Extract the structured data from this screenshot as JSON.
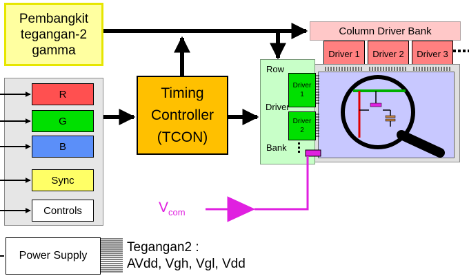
{
  "gamma_box": {
    "lines": [
      "Pembangkit",
      "tegangan-2",
      "gamma"
    ],
    "fill": "#ffffa0",
    "border": "#e6e600"
  },
  "column_driver_bank": {
    "label": "Column Driver Bank",
    "fill": "#ffc8c8"
  },
  "column_drivers": [
    {
      "label": "Driver 1"
    },
    {
      "label": "Driver 2"
    },
    {
      "label": "Driver 3"
    }
  ],
  "tcon": {
    "lines": [
      "Timing",
      "Controller",
      "(TCON)"
    ],
    "fill": "#ffc000"
  },
  "row_driver_bank": {
    "lines": [
      "Row",
      "Driver",
      "Bank"
    ],
    "fill": "#c8ffc8"
  },
  "row_drivers": [
    {
      "lines": [
        "Driver",
        "1"
      ]
    },
    {
      "lines": [
        "Driver",
        "2"
      ]
    }
  ],
  "inputs": [
    {
      "label": "R",
      "fill": "#ff5050"
    },
    {
      "label": "G",
      "fill": "#00e000"
    },
    {
      "label": "B",
      "fill": "#5b8ff9"
    },
    {
      "label": "Sync",
      "fill": "#ffff66"
    },
    {
      "label": "Controls",
      "fill": "#ffffff"
    }
  ],
  "panel": {
    "fill": "#c8c8ff"
  },
  "vcom": {
    "main": "V",
    "sub": "com",
    "color": "#e020e0"
  },
  "power_supply": {
    "label": "Power Supply"
  },
  "voltage_note": {
    "line1": "Tegangan2 :",
    "line2": "AVdd, Vgh, Vgl, Vdd"
  }
}
